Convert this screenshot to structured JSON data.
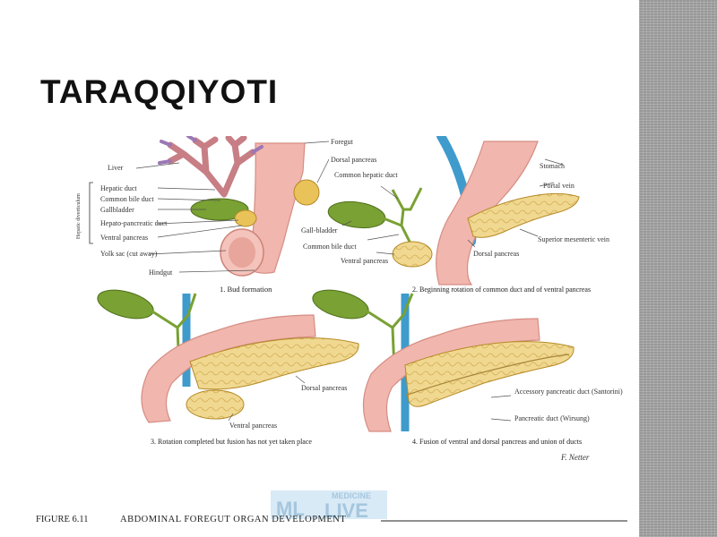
{
  "slide": {
    "title": "TARAQQIYOTI"
  },
  "colors": {
    "sidebar": "#a9a9a9",
    "gut": "#f1b6ad",
    "pancreas": "#f1d890",
    "gallbladder": "#79a133",
    "duct": "#3e9bcc",
    "liver": "#c77e85"
  },
  "figure": {
    "panel1": {
      "labels": {
        "liver": "Liver",
        "foregut": "Foregut",
        "dorsal_pancreas": "Dorsal pancreas",
        "hepatic_duct": "Hepatic duct",
        "common_bile_duct": "Common bile duct",
        "gallbladder": "Gallbladder",
        "hepatopancreatic_duct": "Hepato-pancreatic duct",
        "ventral_pancreas": "Ventral pancreas",
        "yolk_sac": "Yolk sac (cut away)",
        "hindgut": "Hindgut",
        "bracket": "Hepatic diverticulum"
      },
      "caption": "1. Bud formation"
    },
    "panel2": {
      "labels": {
        "stomach": "Stomach",
        "common_hepatic_duct": "Common hepatic duct",
        "portal_vein": "Portal vein",
        "gallbladder": "Gall-bladder",
        "common_bile_duct": "Common bile duct",
        "ventral_pancreas": "Ventral pancreas",
        "dorsal_pancreas": "Dorsal pancreas",
        "superior_mesenteric_vein": "Superior mesenteric vein"
      },
      "caption": "2. Beginning rotation of common duct and of ventral pancreas"
    },
    "panel3": {
      "labels": {
        "dorsal_pancreas": "Dorsal pancreas",
        "ventral_pancreas": "Ventral pancreas"
      },
      "caption": "3. Rotation completed but fusion has not yet taken place"
    },
    "panel4": {
      "labels": {
        "accessory_duct": "Accessory pancreatic duct (Santorini)",
        "pancreatic_duct": "Pancreatic duct (Wirsung)"
      },
      "caption": "4. Fusion of ventral and dorsal pancreas and union of ducts"
    },
    "signature": "F. Netter",
    "watermark": {
      "small": "MEDICINE",
      "ml": "ML",
      "live": "LIVE"
    },
    "caption_label": "FIGURE 6.11",
    "caption_title": "ABDOMINAL FOREGUT ORGAN DEVELOPMENT"
  }
}
